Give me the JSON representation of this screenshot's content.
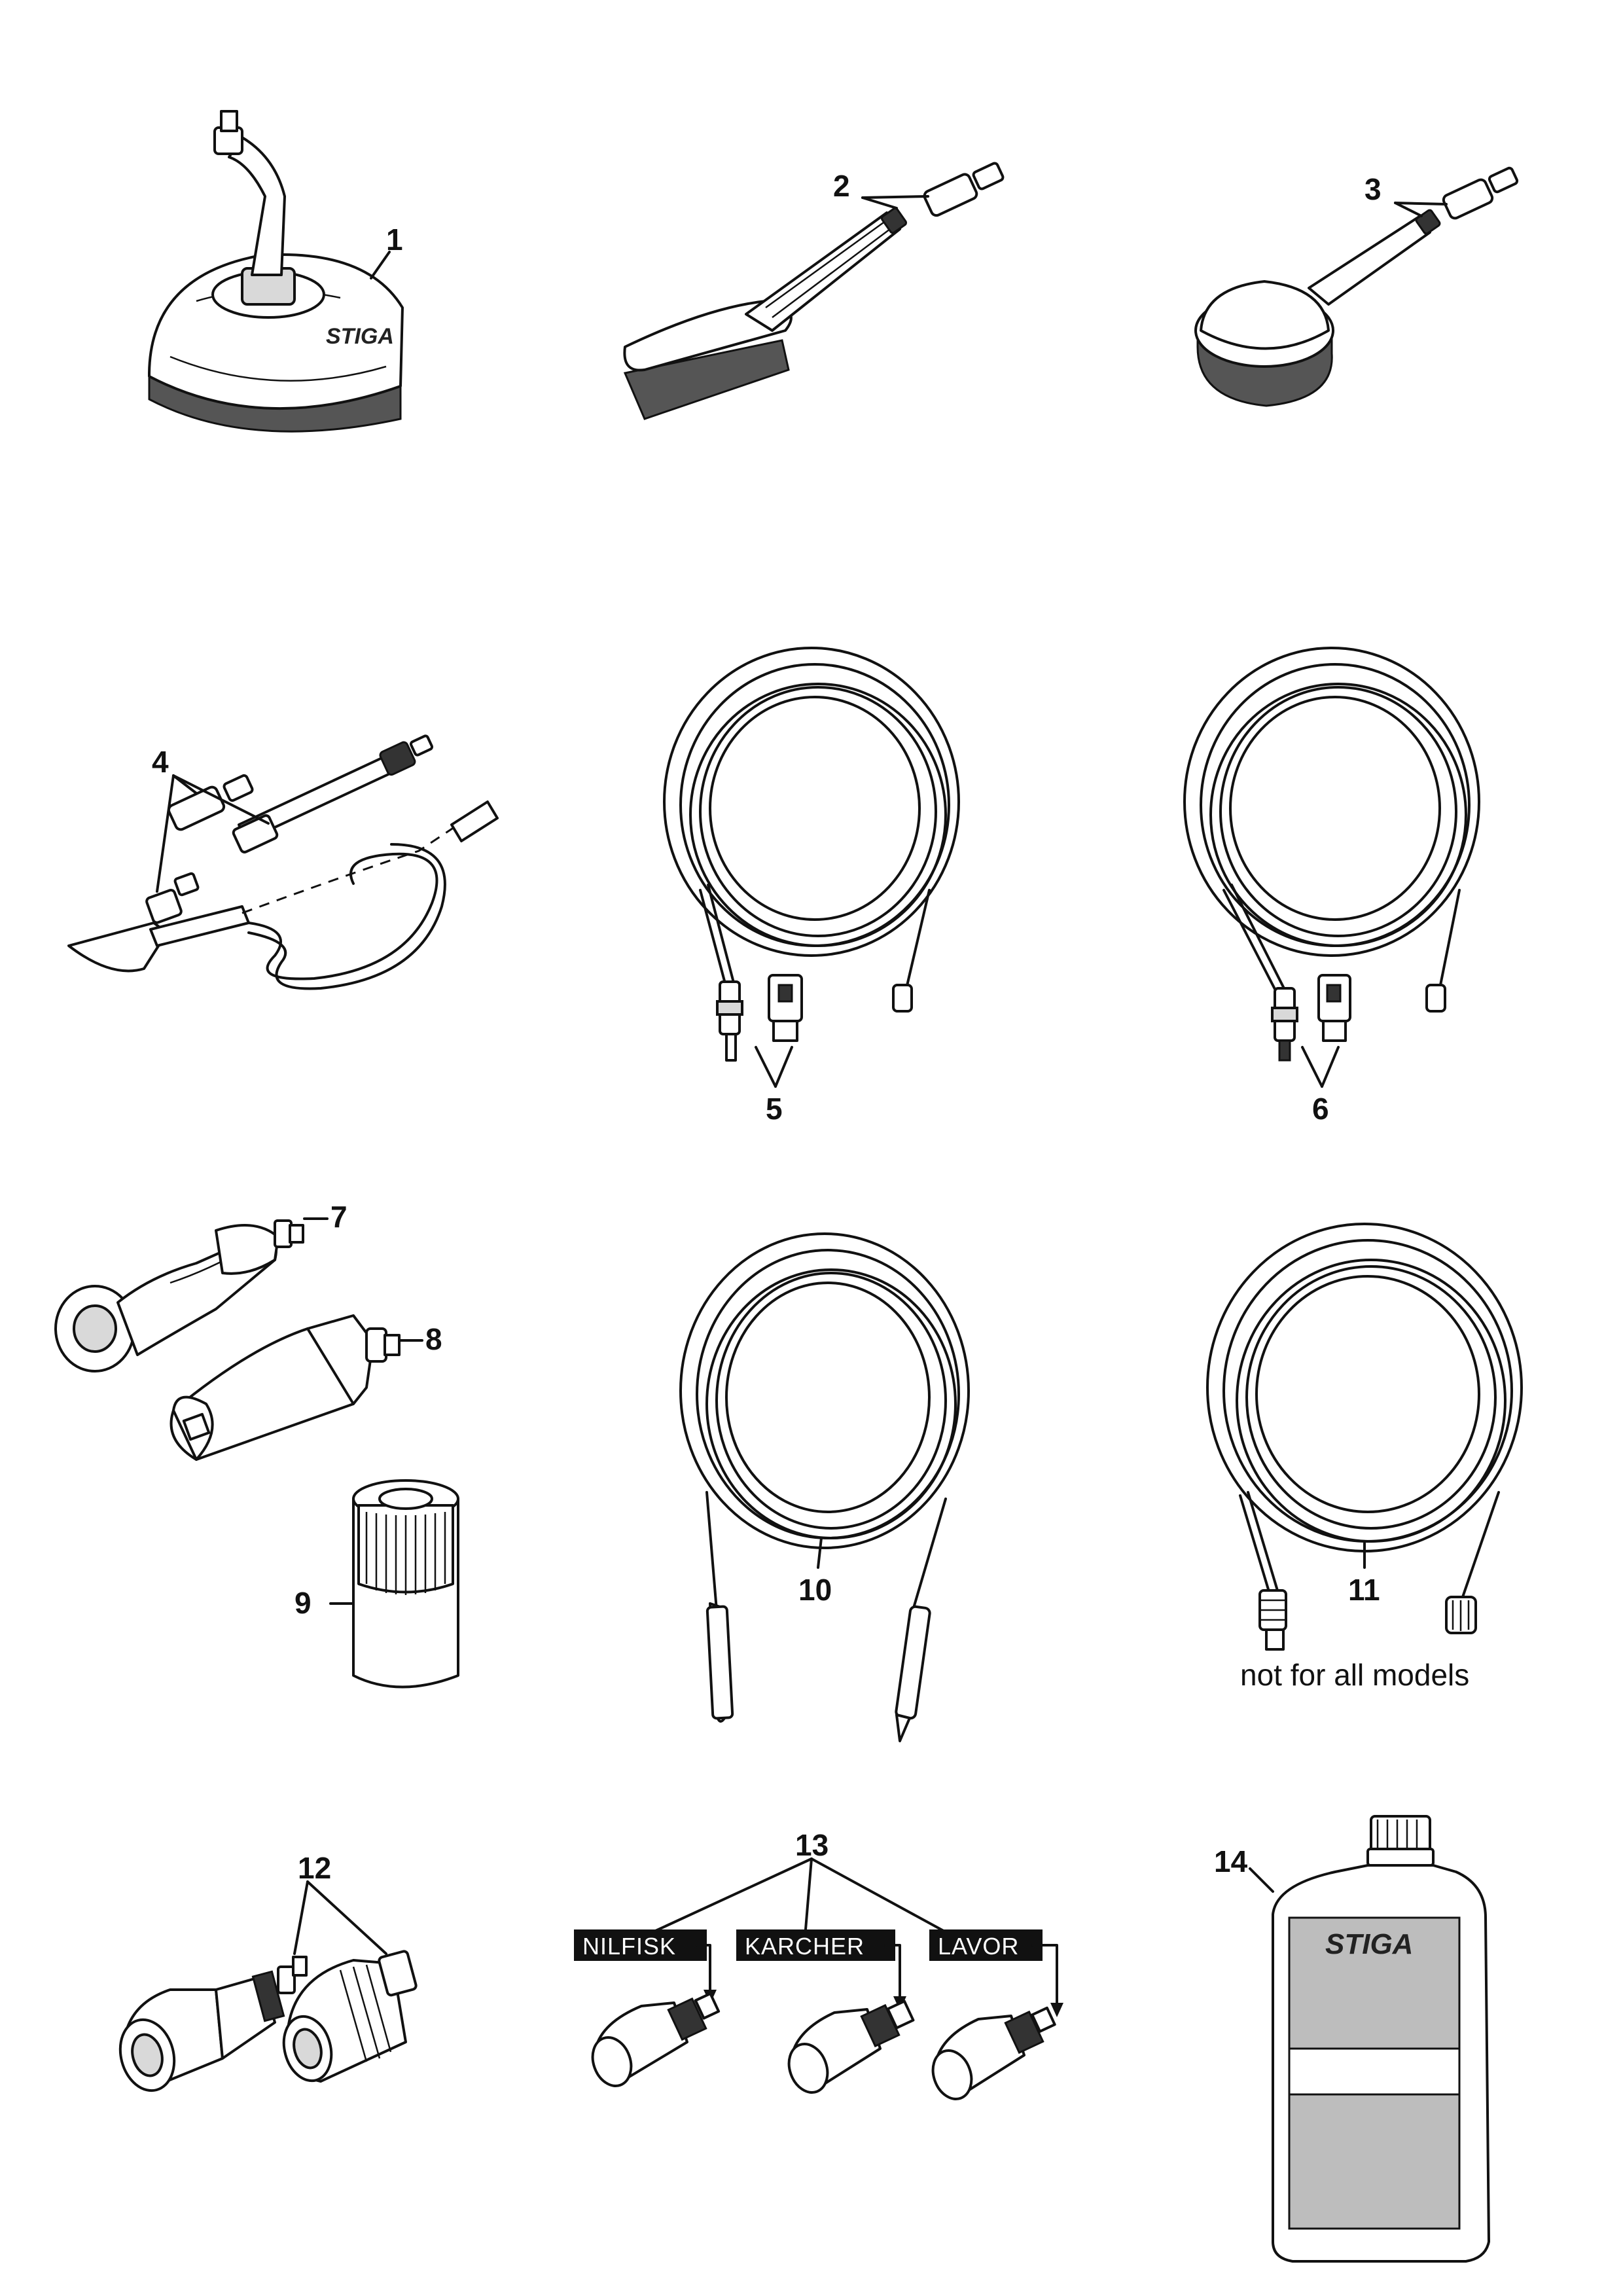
{
  "parts": [
    {
      "id": "surface-cleaner",
      "label": "1"
    },
    {
      "id": "flat-wash-brush",
      "label": "2"
    },
    {
      "id": "rotating-brush",
      "label": "3"
    },
    {
      "id": "pipe-cleaning-kit",
      "label": "4"
    },
    {
      "id": "hose-5",
      "label": "5"
    },
    {
      "id": "hose-6",
      "label": "6"
    },
    {
      "id": "lance-handle",
      "label": "7"
    },
    {
      "id": "turbo-nozzle",
      "label": "8"
    },
    {
      "id": "adapter-9",
      "label": "9"
    },
    {
      "id": "hose-10",
      "label": "10"
    },
    {
      "id": "hose-11",
      "label": "11"
    },
    {
      "id": "adapter-set-12",
      "label": "12"
    },
    {
      "id": "brand-adapters-13",
      "label": "13"
    },
    {
      "id": "detergent-bottle-14",
      "label": "14"
    }
  ],
  "notes": {
    "hose_11": "not for all models"
  },
  "adapter_tags": [
    "NILFISK",
    "KARCHER",
    "LAVOR"
  ],
  "brand": "STIGA"
}
